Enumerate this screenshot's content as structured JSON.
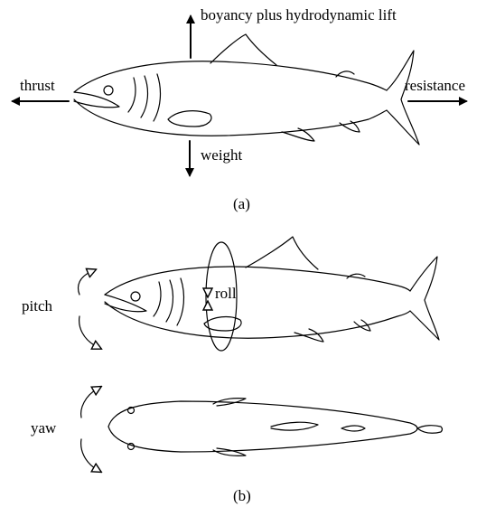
{
  "labels": {
    "lift": "boyancy plus hydrodynamic lift",
    "thrust": "thrust",
    "resistance": "resistance",
    "weight": "weight",
    "caption_a": "(a)",
    "pitch": "pitch",
    "roll": "roll",
    "yaw": "yaw",
    "caption_b": "(b)"
  },
  "colors": {
    "line": "#000000",
    "background": "#ffffff"
  }
}
